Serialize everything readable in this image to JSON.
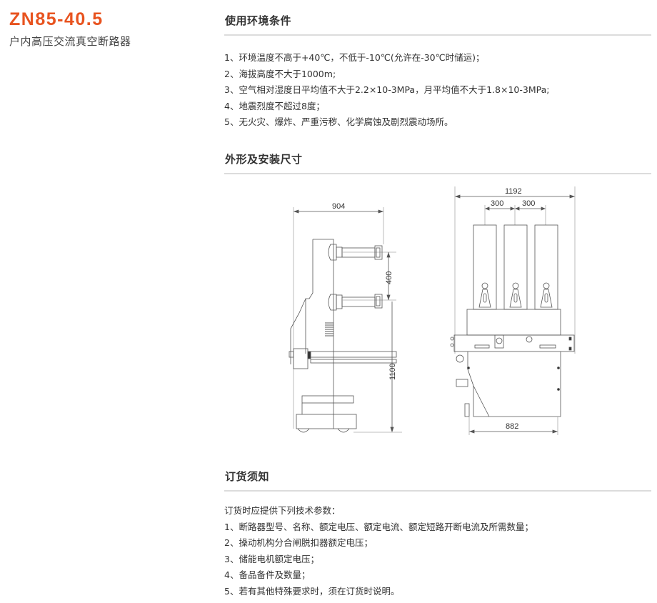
{
  "product": {
    "model": "ZN85-40.5",
    "name": "户内高压交流真空断路器"
  },
  "colors": {
    "accent": "#e8531f",
    "text": "#333333",
    "divider": "#dcdcdc"
  },
  "sections": {
    "environment": {
      "title": "使用环境条件",
      "items": [
        "1、环境温度不高于+40℃，不低于-10℃(允许在-30℃时储运)；",
        "2、海拔高度不大于1000m;",
        "3、空气相对湿度日平均值不大于2.2×10-3MPa，月平均值不大于1.8×10-3MPa;",
        "4、地震烈度不超过8度；",
        "5、无火灾、爆炸、严重污秽、化学腐蚀及剧烈震动场所。"
      ]
    },
    "dimensions": {
      "title": "外形及安装尺寸",
      "side_view": {
        "width_label": "904",
        "pole_spacing_label": "400",
        "height_label": "1100"
      },
      "front_view": {
        "overall_width_label": "1192",
        "phase_spacing_left_label": "300",
        "phase_spacing_right_label": "300",
        "base_width_label": "882"
      }
    },
    "ordering": {
      "title": "订货须知",
      "intro": "订货时应提供下列技术参数：",
      "items": [
        "1、断路器型号、名称、额定电压、额定电流、额定短路开断电流及所需数量；",
        "2、操动机构分合闸脱扣器额定电压；",
        "3、储能电机额定电压；",
        "4、备品备件及数量；",
        "5、若有其他特殊要求时，须在订货时说明。"
      ]
    }
  }
}
